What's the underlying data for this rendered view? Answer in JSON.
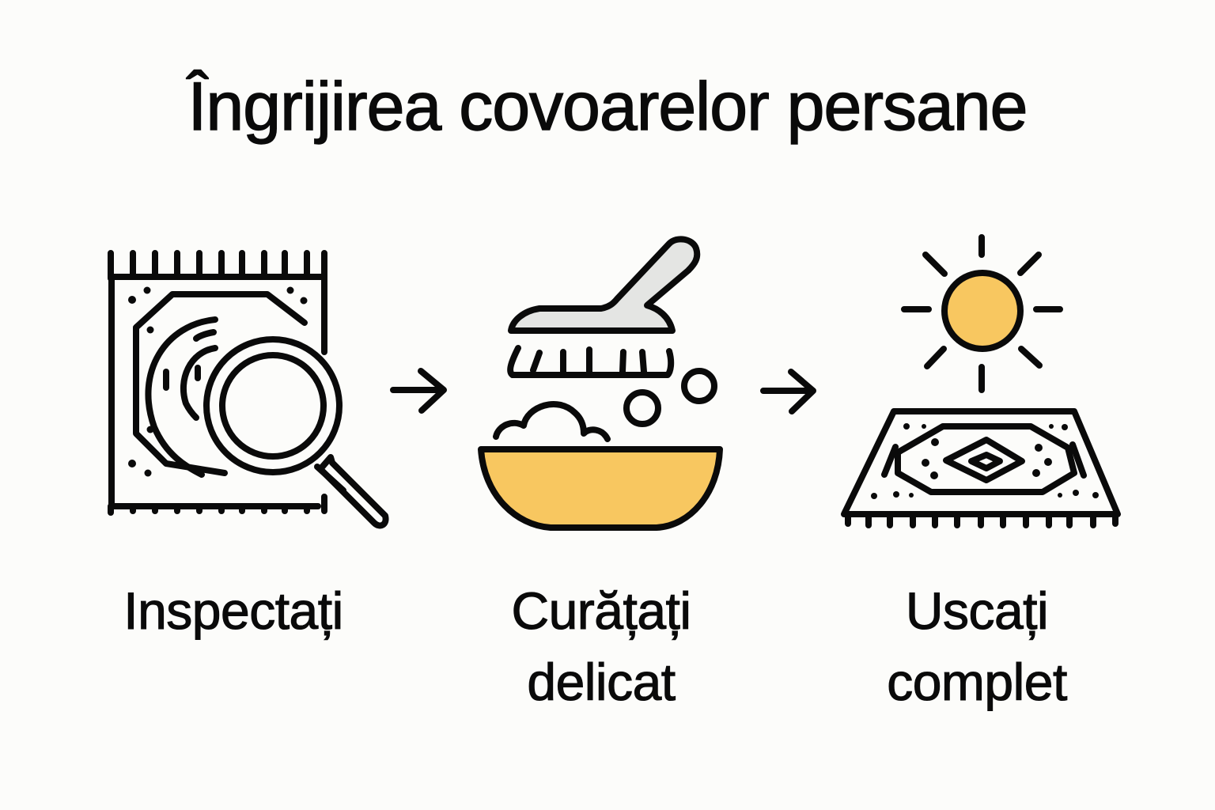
{
  "title": "Îngrijirea covoarelor persane",
  "colors": {
    "background": "#fcfcfa",
    "ink": "#0a0a0a",
    "accent_yellow": "#f8c760",
    "brush_gray": "#e4e5e3"
  },
  "steps": [
    {
      "icon": "rug-magnifier-icon",
      "label_line1": "Inspectați",
      "label_line2": ""
    },
    {
      "icon": "brush-bowl-icon",
      "label_line1": "Curățați",
      "label_line2": "delicat"
    },
    {
      "icon": "sun-rug-icon",
      "label_line1": "Uscați",
      "label_line2": "complet"
    }
  ],
  "connectors": [
    {
      "icon": "arrow-right-icon"
    },
    {
      "icon": "arrow-right-icon"
    }
  ]
}
